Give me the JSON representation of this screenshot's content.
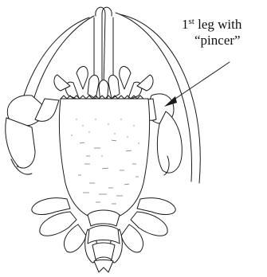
{
  "figure": {
    "callout": {
      "line1_prefix": "1",
      "line1_superscript": "st",
      "line1_suffix": " leg with",
      "line2": "“pincer”"
    },
    "colors": {
      "ink": "#1a1a1a",
      "background": "#ffffff"
    }
  }
}
